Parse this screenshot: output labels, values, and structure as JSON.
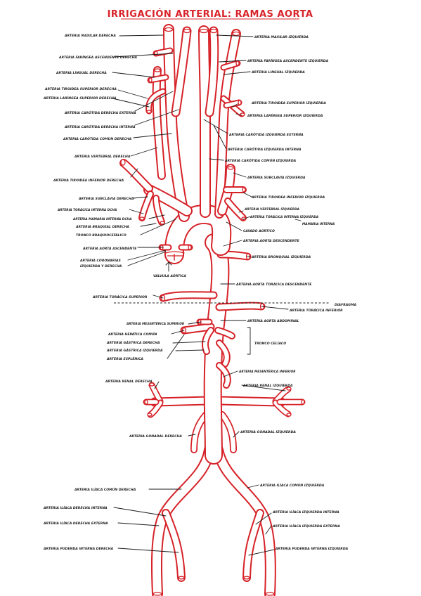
{
  "title": "IRRIGACIÓN ARTERIAL: RAMAS AORTA",
  "colors": {
    "artery": "#d62228",
    "title": "#d8242a",
    "ink": "#222222"
  },
  "labels": {
    "maxilar_der": "ARTERIA MAXILAR DERECHA",
    "faringea_der": "ARTERIA FARÍNGEA ASCENDENTE DERECHA",
    "lingual_der": "ARTERIA LINGUAL DERECHA",
    "tiroidea_sup_der": "ARTERIA TIROIDEA SUPERIOR DERECHA",
    "laringea_der": "ARTERIA LARÍNGEA SUPERIOR DERECHA",
    "carotida_ext_der": "ARTERIA CARÓTIDA DERECHA EXTERNA",
    "carotida_int_der": "ARTERIA CARÓTIDA DERECHA INTERNA",
    "carotida_com_der": "ARTERIA CARÓTIDA COMÚN DERECHA",
    "vertebral_der": "ARTERIA VERTEBRAL DERECHA",
    "tiroidea_inf_der": "ARTERIA TIROIDEA INFERIOR DERECHA",
    "subclavia_der": "ARTERIA SUBCLAVIA DERECHA",
    "toracica_int_der": "ARTERIA TORÁCICA INTERNA DCHA",
    "mamaria_int_der": "ARTERIA MAMARIA INTERNA DCHA",
    "braquial_der": "ARTERIA BRAQUIAL DERECHA",
    "tronco_braquio": "TRONCO BRAQUIOCEFÁLICO",
    "aorta_asc": "ARTERIA AORTA ASCENDENTE",
    "coronarias_1": "ARTERIA CORONARIAS",
    "coronarias_2": "IZQUIERDA Y DERECHA",
    "valvula": "VÁLVULA AÓRTICA",
    "toracica_sup": "ARTERIA TORÁCICA SUPERIOR",
    "mesenterica_sup": "ARTERIA MESENTÉRICA SUPERIOR",
    "hepatica": "ARTERIA HEPÁTICA COMÚN",
    "gastrica_der": "ARTERIA GÁSTRICA DERECHA",
    "gastrica_izq": "ARTERIA GÁSTRICA IZQUIERDA",
    "esplenica": "ARTERIA ESPLÉNICA",
    "renal_der": "ARTERIA RENAL DERECHA",
    "gonadal_der": "ARTERIA GONADAL DERECHA",
    "iliaca_com_der": "ARTERIA ILÍACA COMÚN DERECHA",
    "iliaca_int_der": "ARTERIA ILÍACA DERECHA INTERNA",
    "iliaca_ext_der": "ARTERIA ILÍACA DERECHA EXTERNA",
    "pudenda_der": "ARTERIA PUDENDA INTERNA DERECHA",
    "maxilar_izq": "ARTERIA MAXILAR IZQUIERDA",
    "faringea_izq": "ARTERIA FARÍNGEA ASCENDENTE IZQUIERDA",
    "lingual_izq": "ARTERIA LINGUAL IZQUIERDA",
    "tiroidea_sup_izq": "ARTERIA TIROIDEA SUPERIOR IZQUIERDA",
    "laringea_izq": "ARTERIA LARÍNGEA SUPERIOR IZQUIERDA",
    "carotida_ext_izq": "ARTERIA CARÓTIDA IZQUIERDA EXTERNA",
    "carotida_int_izq": "ARTERIA CARÓTIDA IZQUIERDA INTERNA",
    "carotida_com_izq": "ARTERIA CARÓTIDA COMÚN IZQUIERDA",
    "subclavia_izq": "ARTERIA SUBCLAVIA IZQUIERDA",
    "tiroidea_inf_izq": "ARTERIA TIROIDEA INFERIOR IZQUIERDA",
    "vertebral_izq": "ARTERIA VERTEBRAL IZQUIERDA",
    "toracica_int_izq": "ARTERIA TORÁCICA INTERNA IZQUIERDA",
    "mamaria_int": "MAMARIA INTERNA",
    "cayado": "CAYADO AÓRTICO",
    "aorta_desc": "ARTERIA AORTA DESCENDENTE",
    "bronquial_izq": "ARTERIA BRONQUIAL IZQUIERDA",
    "aorta_tor_desc": "ARTERIA AORTA TORÁCICA DESCENDENTE",
    "diafragma": "DIAFRAGMA",
    "toracica_inf": "ARTERIA TORÁCICA INFERIOR",
    "aorta_abd": "ARTERIA AORTA ABDOMINAL",
    "tronco_celiaco": "TRONCO CELÍACO",
    "mesenterica_inf": "ARTERIA MESENTÉRICA INFERIOR",
    "renal_izq": "ARTERIA RENAL IZQUIERDA",
    "gonadal_izq": "ARTERIA GONADAL IZQUIERDA",
    "iliaca_com_izq": "ARTERIA ILÍACA COMÚN IZQUIERDA",
    "iliaca_int_izq": "ARTERIA ILÍACA IZQUIERDA INTERNA",
    "iliaca_ext_izq": "ARTERIA ILÍACA IZQUIERDA EXTERNA",
    "pudenda_izq": "ARTERIA PUDENDA INTERNA IZQUIERDA"
  }
}
